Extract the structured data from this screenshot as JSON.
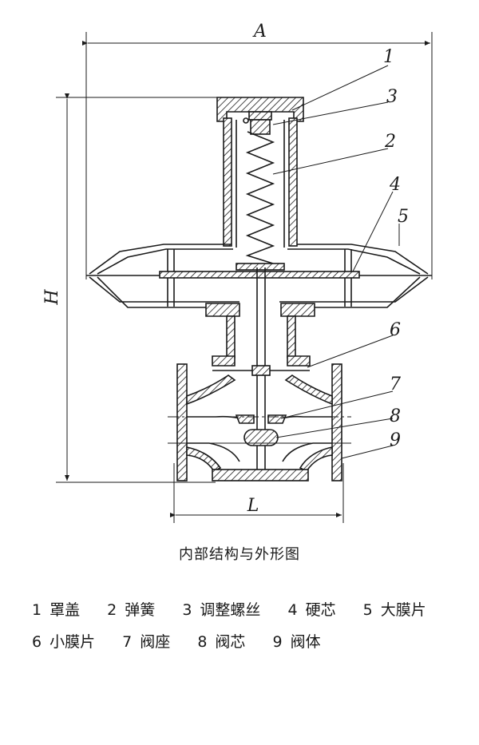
{
  "diagram": {
    "dimensions": {
      "width_label": "A",
      "height_label": "H",
      "length_label": "L"
    },
    "callouts": [
      "1",
      "3",
      "2",
      "4",
      "5",
      "6",
      "7",
      "8",
      "9"
    ]
  },
  "caption": "内部结构与外形图",
  "legend": {
    "row1": [
      {
        "num": "1",
        "name": "罩盖"
      },
      {
        "num": "2",
        "name": "弹簧"
      },
      {
        "num": "3",
        "name": "调整螺丝"
      },
      {
        "num": "4",
        "name": "硬芯"
      },
      {
        "num": "5",
        "name": "大膜片"
      }
    ],
    "row2": [
      {
        "num": "6",
        "name": "小膜片"
      },
      {
        "num": "7",
        "name": "阀座"
      },
      {
        "num": "8",
        "name": "阀芯"
      },
      {
        "num": "9",
        "name": "阀体"
      }
    ]
  }
}
